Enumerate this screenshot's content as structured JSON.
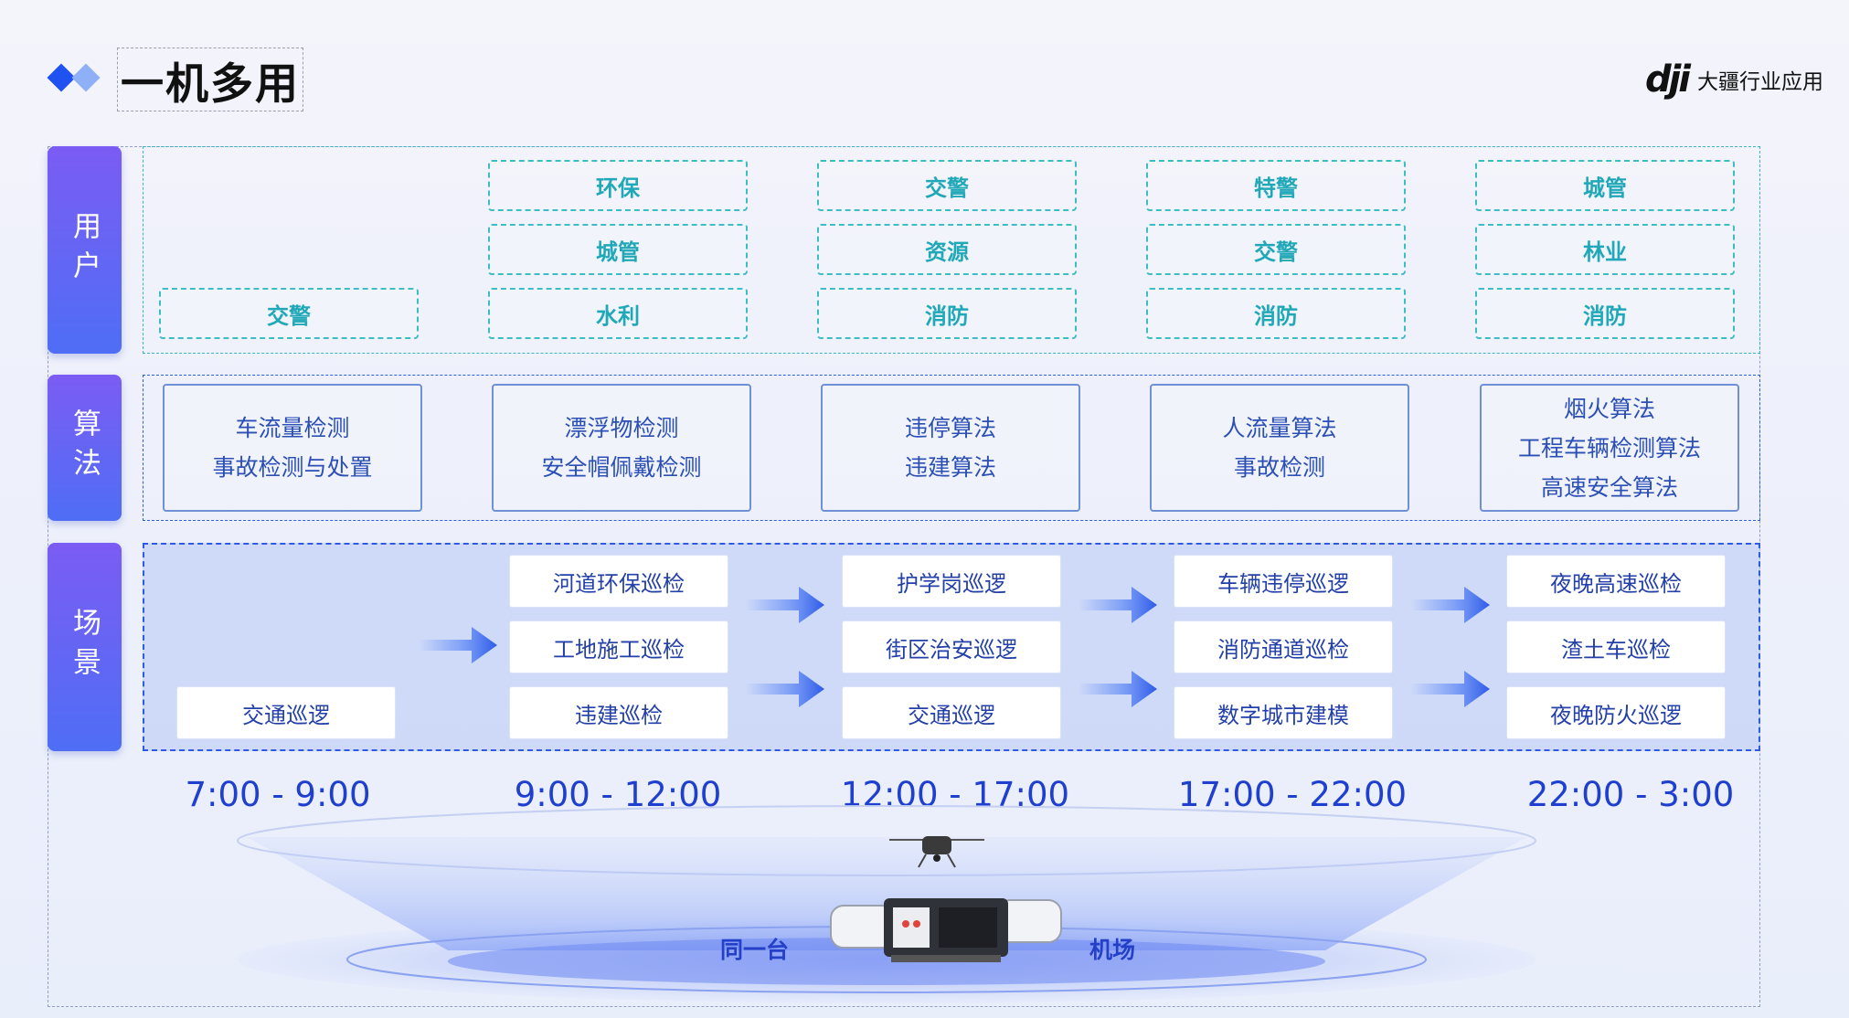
{
  "header": {
    "title": "一机多用",
    "brand_logo": "dji",
    "brand_text": "大疆行业应用"
  },
  "labels": {
    "users": "用户",
    "algorithms": "算法",
    "scenes": "场景"
  },
  "users": [
    [
      "交警"
    ],
    [
      "环保",
      "城管",
      "水利"
    ],
    [
      "交警",
      "资源",
      "消防"
    ],
    [
      "特警",
      "交警",
      "消防"
    ],
    [
      "城管",
      "林业",
      "消防"
    ]
  ],
  "algorithms": [
    [
      "车流量检测",
      "事故检测与处置"
    ],
    [
      "漂浮物检测",
      "安全帽佩戴检测"
    ],
    [
      "违停算法",
      "违建算法"
    ],
    [
      "人流量算法",
      "事故检测"
    ],
    [
      "烟火算法",
      "工程车辆检测算法",
      "高速安全算法"
    ]
  ],
  "scenes": [
    [
      "交通巡逻"
    ],
    [
      "河道环保巡检",
      "工地施工巡检",
      "违建巡检"
    ],
    [
      "护学岗巡逻",
      "街区治安巡逻",
      "交通巡逻"
    ],
    [
      "车辆违停巡逻",
      "消防通道巡检",
      "数字城市建模"
    ],
    [
      "夜晚高速巡检",
      "渣土车巡检",
      "夜晚防火巡逻"
    ]
  ],
  "times": [
    "7:00 - 9:00",
    "9:00 - 12:00",
    "12:00 - 17:00",
    "17:00 - 22:00",
    "22:00 - 3:00"
  ],
  "dock": {
    "left_text": "同一台",
    "right_text": "机场"
  },
  "colors": {
    "accent_blue": "#1f52f0",
    "teal": "#20a8b8",
    "label_gradient_top": "#7b5cf4",
    "label_gradient_bottom": "#4f6ef5"
  }
}
